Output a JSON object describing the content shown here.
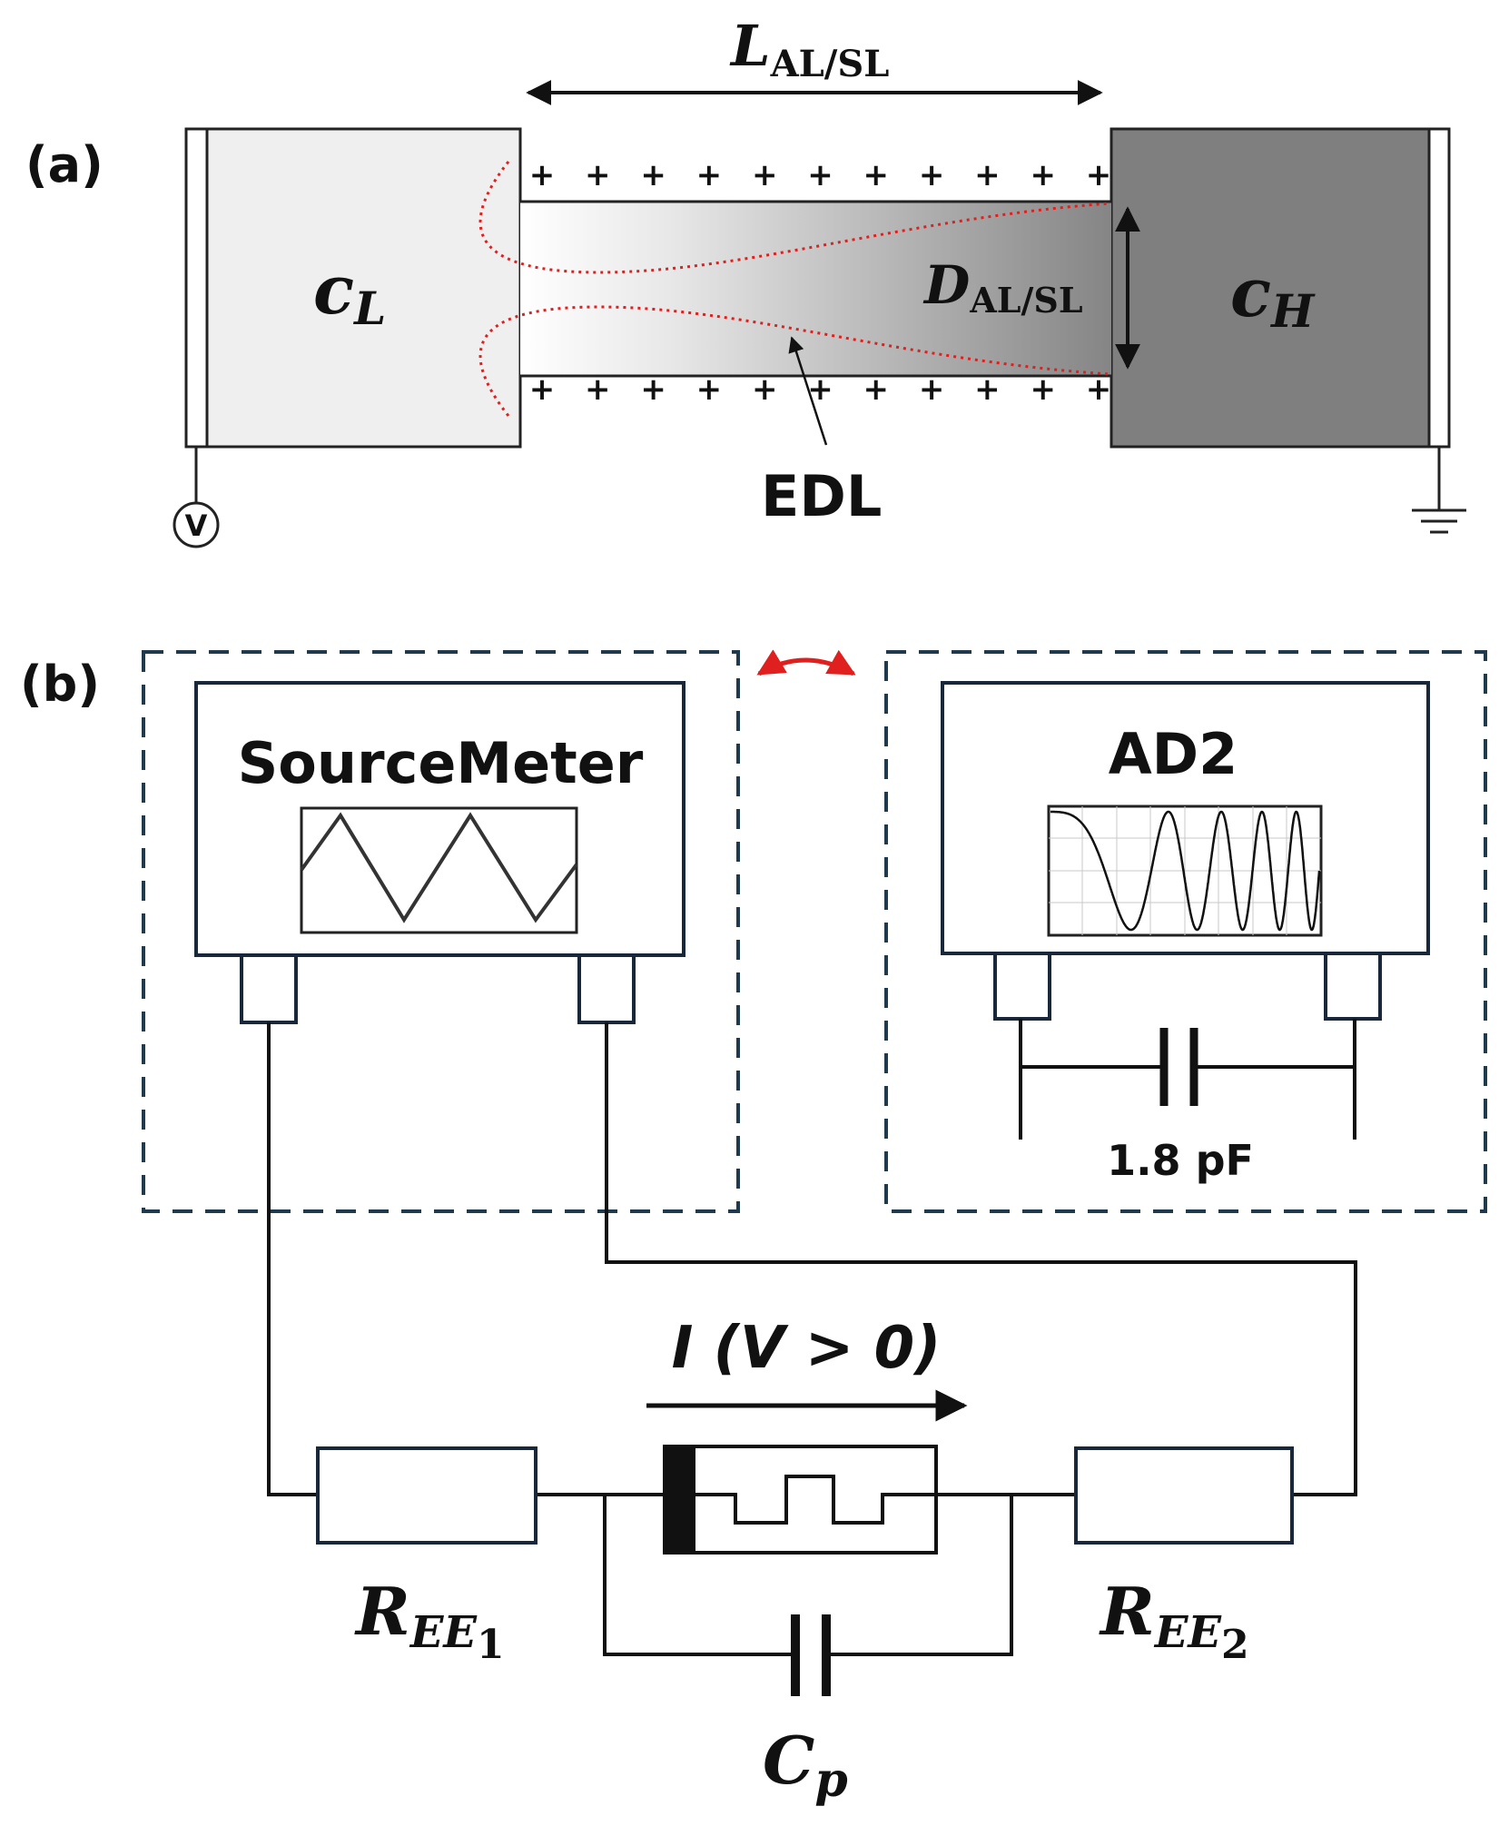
{
  "panel_a": {
    "label": "(a)",
    "length": {
      "main": "L",
      "sub": "AL/SL"
    },
    "diameter": {
      "main": "D",
      "sub": "AL/SL"
    },
    "reservoir_low": {
      "main": "c",
      "sub": "L"
    },
    "reservoir_high": {
      "main": "c",
      "sub": "H"
    },
    "edl_label": "EDL",
    "voltage_symbol": "V",
    "charge_symbol": "+",
    "charge_count": 11
  },
  "panel_b": {
    "label": "(b)",
    "sourcemeter_title": "SourceMeter",
    "ad2_title": "AD2",
    "capacitor_value": "1.8 pF",
    "current_label": "I (V > 0)",
    "ree1": {
      "main": "R",
      "sub": "EE",
      "subsub": "1"
    },
    "ree2": {
      "main": "R",
      "sub": "EE",
      "subsub": "2"
    },
    "cp": {
      "main": "C",
      "sub": "p"
    }
  },
  "colors": {
    "reservoir_low": "#efefef",
    "reservoir_high": "#7f7f7f",
    "edl_line": "#e0201e",
    "dashed_box": "#1f3a4d",
    "instrument_border": "#18283a",
    "swap_arrow": "#e0201e"
  }
}
